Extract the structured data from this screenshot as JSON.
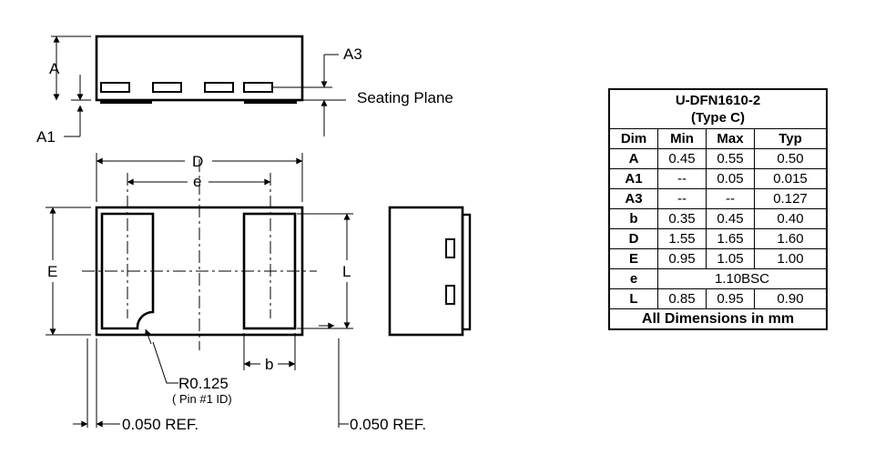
{
  "labels": {
    "A": "A",
    "A1": "A1",
    "A3": "A3",
    "seating_plane": "Seating Plane",
    "D": "D",
    "e": "e",
    "E": "E",
    "L": "L",
    "b": "b",
    "radius": "R0.125",
    "pin_id": "( Pin #1 ID)",
    "ref_left": "0.050 REF.",
    "ref_right": "0.050 REF."
  },
  "table": {
    "title_line1": "U-DFN1610-2",
    "title_line2": "(Type C)",
    "headers": [
      "Dim",
      "Min",
      "Max",
      "Typ"
    ],
    "rows": [
      {
        "dim": "A",
        "min": "0.45",
        "max": "0.55",
        "typ": "0.50"
      },
      {
        "dim": "A1",
        "min": "--",
        "max": "0.05",
        "typ": "0.015"
      },
      {
        "dim": "A3",
        "min": "--",
        "max": "--",
        "typ": "0.127"
      },
      {
        "dim": "b",
        "min": "0.35",
        "max": "0.45",
        "typ": "0.40"
      },
      {
        "dim": "D",
        "min": "1.55",
        "max": "1.65",
        "typ": "1.60"
      },
      {
        "dim": "E",
        "min": "0.95",
        "max": "1.05",
        "typ": "1.00"
      },
      {
        "dim": "e",
        "span": "1.10BSC"
      },
      {
        "dim": "L",
        "min": "0.85",
        "max": "0.95",
        "typ": "0.90"
      }
    ],
    "footer": "All Dimensions in mm"
  }
}
